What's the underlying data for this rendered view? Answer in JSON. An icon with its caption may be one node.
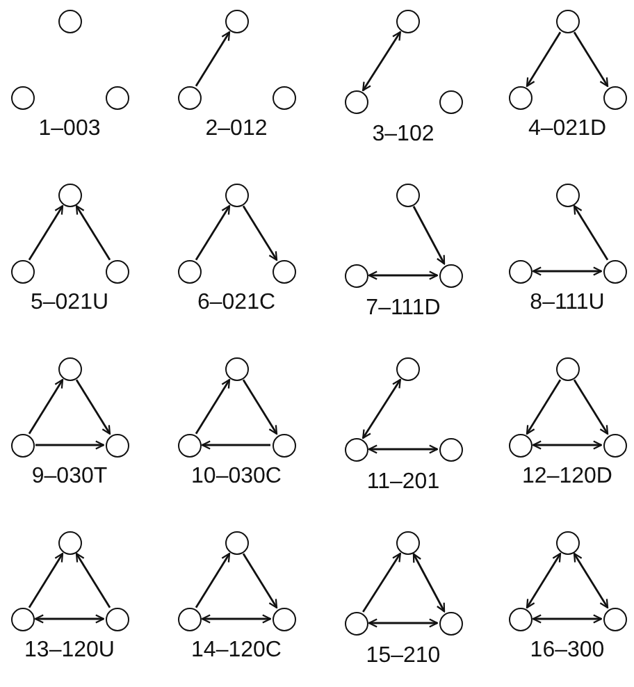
{
  "diagram": {
    "nodes": [
      {
        "text": [],
        "shape": "circle"
      },
      {
        "text": [],
        "shape": "circle"
      },
      {
        "text": [],
        "shape": "circle"
      },
      {
        "text": [],
        "shape": "circle"
      },
      {
        "text": [],
        "shape": "circle"
      },
      {
        "text": [],
        "shape": "circle"
      },
      {
        "text": [],
        "shape": "circle"
      },
      {
        "text": [],
        "shape": "circle"
      },
      {
        "text": [],
        "shape": "circle"
      },
      {
        "text": [],
        "shape": "circle"
      },
      {
        "text": [],
        "shape": "circle"
      },
      {
        "text": [],
        "shape": "circle"
      },
      {
        "text": [],
        "shape": "circle"
      },
      {
        "text": [],
        "shape": "circle"
      },
      {
        "text": [],
        "shape": "circle"
      },
      {
        "text": [],
        "shape": "circle"
      },
      {
        "text": [],
        "shape": "circle"
      },
      {
        "text": [],
        "shape": "circle"
      },
      {
        "text": [],
        "shape": "circle"
      },
      {
        "text": [],
        "shape": "circle"
      },
      {
        "text": [],
        "shape": "circle"
      },
      {
        "text": [],
        "shape": "circle"
      },
      {
        "text": [],
        "shape": "circle"
      },
      {
        "text": [],
        "shape": "circle"
      },
      {
        "text": [],
        "shape": "circle"
      },
      {
        "text": [],
        "shape": "circle"
      },
      {
        "text": [],
        "shape": "circle"
      },
      {
        "text": [],
        "shape": "circle"
      },
      {
        "text": [],
        "shape": "circle"
      },
      {
        "text": [],
        "shape": "circle"
      },
      {
        "text": [],
        "shape": "circle"
      },
      {
        "text": [],
        "shape": "circle"
      },
      {
        "text": [],
        "shape": "circle"
      },
      {
        "text": [],
        "shape": "circle"
      },
      {
        "text": [],
        "shape": "circle"
      },
      {
        "text": [],
        "shape": "circle"
      },
      {
        "text": [],
        "shape": "circle"
      },
      {
        "text": [],
        "shape": "circle"
      },
      {
        "text": [],
        "shape": "circle"
      },
      {
        "text": [],
        "shape": "circle"
      },
      {
        "text": [],
        "shape": "circle"
      },
      {
        "text": [],
        "shape": "circle"
      },
      {
        "text": [],
        "shape": "circle"
      },
      {
        "text": [],
        "shape": "circle"
      },
      {
        "text": [],
        "shape": "circle"
      },
      {
        "text": [],
        "shape": "circle"
      },
      {
        "text": [],
        "shape": "circle"
      },
      {
        "text": [],
        "shape": "circle"
      }
    ],
    "edges": [
      {
        "from": 4,
        "to": 3,
        "arrow": "to"
      },
      {
        "from": 7,
        "to": 6,
        "arrow": "both"
      },
      {
        "from": 9,
        "to": 10,
        "arrow": "to"
      },
      {
        "from": 9,
        "to": 11,
        "arrow": "to"
      },
      {
        "from": 13,
        "to": 12,
        "arrow": "to"
      },
      {
        "from": 14,
        "to": 12,
        "arrow": "to"
      },
      {
        "from": 16,
        "to": 15,
        "arrow": "to"
      },
      {
        "from": 15,
        "to": 17,
        "arrow": "to"
      },
      {
        "from": 18,
        "to": 20,
        "arrow": "to"
      },
      {
        "from": 19,
        "to": 20,
        "arrow": "both"
      },
      {
        "from": 23,
        "to": 21,
        "arrow": "to"
      },
      {
        "from": 22,
        "to": 23,
        "arrow": "both"
      },
      {
        "from": 25,
        "to": 24,
        "arrow": "to"
      },
      {
        "from": 24,
        "to": 26,
        "arrow": "to"
      },
      {
        "from": 25,
        "to": 26,
        "arrow": "to"
      },
      {
        "from": 28,
        "to": 27,
        "arrow": "to"
      },
      {
        "from": 27,
        "to": 29,
        "arrow": "to"
      },
      {
        "from": 29,
        "to": 28,
        "arrow": "to"
      },
      {
        "from": 30,
        "to": 31,
        "arrow": "both"
      },
      {
        "from": 31,
        "to": 32,
        "arrow": "both"
      },
      {
        "from": 33,
        "to": 34,
        "arrow": "to"
      },
      {
        "from": 33,
        "to": 35,
        "arrow": "to"
      },
      {
        "from": 34,
        "to": 35,
        "arrow": "both"
      },
      {
        "from": 37,
        "to": 36,
        "arrow": "to"
      },
      {
        "from": 38,
        "to": 36,
        "arrow": "to"
      },
      {
        "from": 37,
        "to": 38,
        "arrow": "both"
      },
      {
        "from": 40,
        "to": 39,
        "arrow": "to"
      },
      {
        "from": 39,
        "to": 41,
        "arrow": "to"
      },
      {
        "from": 40,
        "to": 41,
        "arrow": "both"
      },
      {
        "from": 43,
        "to": 42,
        "arrow": "to"
      },
      {
        "from": 42,
        "to": 44,
        "arrow": "both"
      },
      {
        "from": 43,
        "to": 44,
        "arrow": "both"
      },
      {
        "from": 45,
        "to": 46,
        "arrow": "both"
      },
      {
        "from": 45,
        "to": 47,
        "arrow": "both"
      },
      {
        "from": 46,
        "to": 47,
        "arrow": "both"
      }
    ],
    "labels": [
      "1–003",
      "2–012",
      "3–102",
      "4–021D",
      "5–021U",
      "6–021C",
      "7–111D",
      "8–111U",
      "9–030T",
      "10–030C",
      "11–201",
      "12–120D",
      "13–120U",
      "14–120C",
      "15–210",
      "16–300"
    ]
  }
}
